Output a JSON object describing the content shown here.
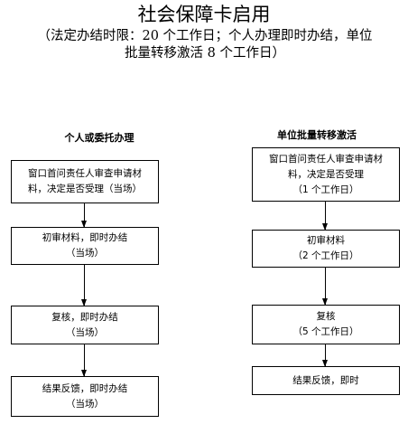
{
  "title": "社会保障卡启用",
  "subtitle": {
    "line1": "（法定办结时限：20 个工作日；个人办理即时办结，单位",
    "line2": "批量转移激活 8 个工作日）"
  },
  "left_column": {
    "heading": "个人或委托办理",
    "steps": [
      {
        "line1": "窗口首问责任人审查申请材",
        "line2": "料，决定是否受理（当场）"
      },
      {
        "line1": "初审材料，即时办结",
        "line2": "（当场）"
      },
      {
        "line1": "复核，即时办结",
        "line2": "（当场）"
      },
      {
        "line1": "结果反馈，即时办结",
        "line2": "（当场）"
      }
    ]
  },
  "right_column": {
    "heading": "单位批量转移激活",
    "steps": [
      {
        "line1": "窗口首问责任人审查申请材",
        "line2": "料，决定是否受理",
        "line3": "（1 个工作日）"
      },
      {
        "line1": "初审材料",
        "line2": "（2 个工作日）"
      },
      {
        "line1": "复核",
        "line2": "（5 个工作日）"
      },
      {
        "line1": "结果反馈，即时"
      }
    ]
  }
}
